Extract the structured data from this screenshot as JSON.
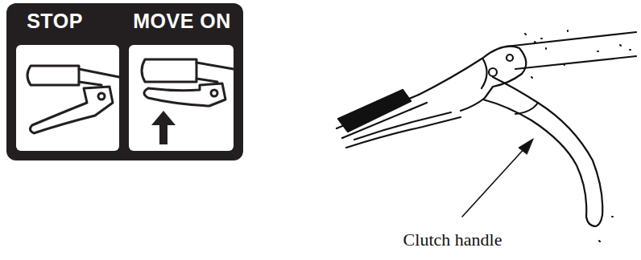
{
  "diagram": {
    "nodes": [
      {
        "text": [
          "STOP",
          "MOVE ON"
        ]
      }
    ],
    "labels": [
      "Clutch handle"
    ]
  }
}
